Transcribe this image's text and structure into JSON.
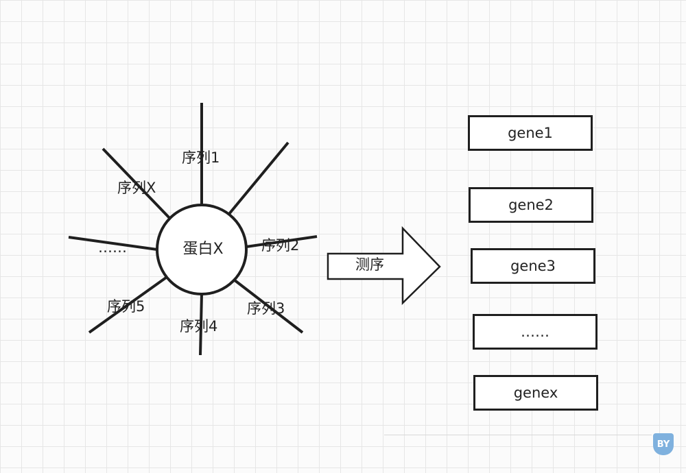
{
  "center": {
    "label": "蛋白X"
  },
  "spokes": [
    {
      "label": "序列1"
    },
    {
      "label": "序列2"
    },
    {
      "label": "序列3"
    },
    {
      "label": "序列4"
    },
    {
      "label": "序列5"
    },
    {
      "label": "序列X"
    },
    {
      "label": "……"
    }
  ],
  "arrow": {
    "label": "测序"
  },
  "genes": [
    {
      "label": "gene1"
    },
    {
      "label": "gene2"
    },
    {
      "label": "gene3"
    },
    {
      "label": "……"
    },
    {
      "label": "genex"
    }
  ],
  "watermark": {
    "text": "BY"
  },
  "colors": {
    "stroke": "#1f1f1f",
    "grid": "#e6e6e6",
    "watermark": "#7fb1de"
  }
}
